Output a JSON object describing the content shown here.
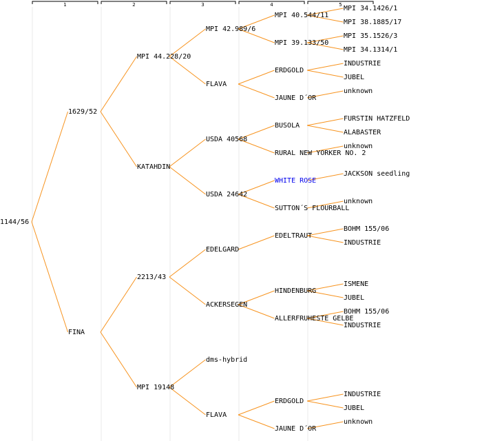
{
  "generations": [
    "1",
    "2",
    "3",
    "4",
    "5"
  ],
  "colors": {
    "edge": "#f7931e",
    "link": "#0000ee",
    "text": "#000000"
  },
  "tree": {
    "label": "1144/56",
    "children": [
      {
        "label": "1629/52",
        "children": [
          {
            "label": "MPI 44.228/20",
            "children": [
              {
                "label": "MPI 42.989/6",
                "children": [
                  {
                    "label": "MPI 40.544/11",
                    "children": [
                      {
                        "label": "MPI 34.1426/1"
                      },
                      {
                        "label": "MPI 38.1885/17"
                      }
                    ]
                  },
                  {
                    "label": "MPI 39.133/50",
                    "children": [
                      {
                        "label": "MPI 35.1526/3"
                      },
                      {
                        "label": "MPI 34.1314/1"
                      }
                    ]
                  }
                ]
              },
              {
                "label": "FLAVA",
                "children": [
                  {
                    "label": "ERDGOLD",
                    "children": [
                      {
                        "label": "INDUSTRIE"
                      },
                      {
                        "label": "JUBEL"
                      }
                    ]
                  },
                  {
                    "label": "JAUNE D´OR",
                    "children": [
                      {
                        "label": "unknown"
                      }
                    ]
                  }
                ]
              }
            ]
          },
          {
            "label": "KATAHDIN",
            "children": [
              {
                "label": "USDA 40568",
                "children": [
                  {
                    "label": "BUSOLA",
                    "children": [
                      {
                        "label": "FURSTIN HATZFELD"
                      },
                      {
                        "label": "ALABASTER"
                      }
                    ]
                  },
                  {
                    "label": "RURAL NEW YORKER NO. 2",
                    "children": [
                      {
                        "label": "unknown"
                      }
                    ]
                  }
                ]
              },
              {
                "label": "USDA 24642",
                "children": [
                  {
                    "label": "WHITE ROSE",
                    "link": true,
                    "children": [
                      {
                        "label": "JACKSON seedling"
                      }
                    ]
                  },
                  {
                    "label": "SUTTON´S FLOURBALL",
                    "children": [
                      {
                        "label": "unknown"
                      }
                    ]
                  }
                ]
              }
            ]
          }
        ]
      },
      {
        "label": "FINA",
        "children": [
          {
            "label": "2213/43",
            "children": [
              {
                "label": "EDELGARD",
                "children": [
                  {
                    "label": "EDELTRAUT",
                    "children": [
                      {
                        "label": "BOHM 155/06"
                      },
                      {
                        "label": "INDUSTRIE"
                      }
                    ]
                  }
                ]
              },
              {
                "label": "ACKERSEGEN",
                "children": [
                  {
                    "label": "HINDENBURG",
                    "children": [
                      {
                        "label": "ISMENE"
                      },
                      {
                        "label": "JUBEL"
                      }
                    ]
                  },
                  {
                    "label": "ALLERFRUHESTE GELBE",
                    "children": [
                      {
                        "label": "BOHM 155/06"
                      },
                      {
                        "label": "INDUSTRIE"
                      }
                    ]
                  }
                ]
              }
            ]
          },
          {
            "label": "MPI 19148",
            "children": [
              {
                "label": "dms-hybrid"
              },
              {
                "label": "FLAVA",
                "children": [
                  {
                    "label": "ERDGOLD",
                    "children": [
                      {
                        "label": "INDUSTRIE"
                      },
                      {
                        "label": "JUBEL"
                      }
                    ]
                  },
                  {
                    "label": "JAUNE D´OR",
                    "children": [
                      {
                        "label": "unknown"
                      }
                    ]
                  }
                ]
              }
            ]
          }
        ]
      }
    ]
  }
}
